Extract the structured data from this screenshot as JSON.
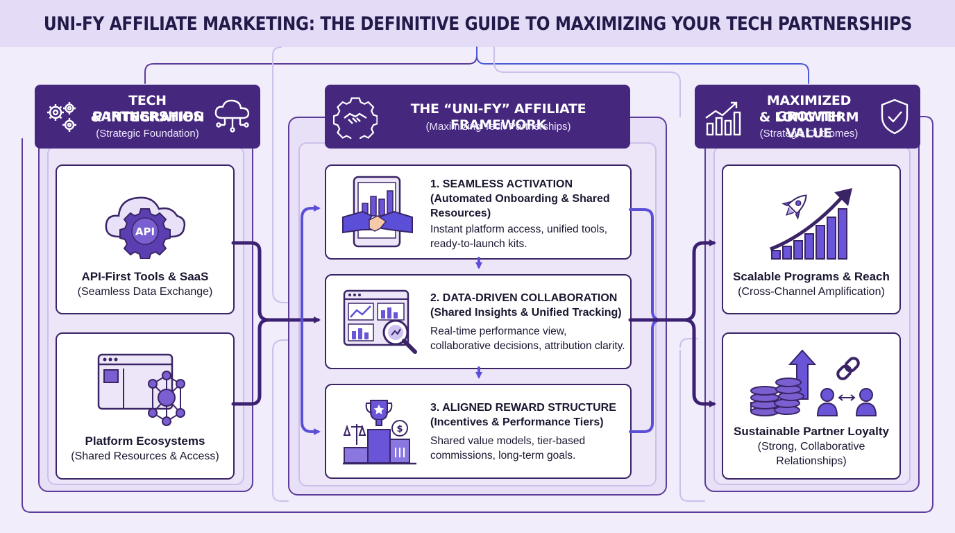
{
  "title": "UNI-FY AFFILIATE MARKETING: THE DEFINITIVE GUIDE TO MAXIMIZING YOUR TECH PARTNERSHIPS",
  "left": {
    "title_line1": "TECH PARTNERSHIPS",
    "title_line2": "& INTEGRATION",
    "subtitle": "(Strategic Foundation)",
    "cards": [
      {
        "title": "API-First Tools & SaaS",
        "subtitle": "(Seamless Data Exchange)",
        "icon_label": "API"
      },
      {
        "title": "Platform Ecosystems",
        "subtitle": "(Shared Resources & Access)"
      }
    ]
  },
  "center": {
    "title": "THE “UNI-FY” AFFILIATE FRAMEWORK",
    "subtitle": "(Maximizing Tech Partnerships)",
    "steps": [
      {
        "title_line1": "1. SEAMLESS ACTIVATION",
        "title_line2": "(Automated Onboarding & Shared",
        "title_line3": "Resources)",
        "desc_line1": "Instant platform access, unified tools,",
        "desc_line2": "ready-to-launch kits."
      },
      {
        "title_line1": "2. DATA-DRIVEN COLLABORATION",
        "title_line2": "(Shared Insights & Unified Tracking)",
        "desc_line1": "Real-time performance view,",
        "desc_line2": "collaborative decisions, attribution clarity."
      },
      {
        "title_line1": "3. ALIGNED REWARD STRUCTURE",
        "title_line2": "(Incentives & Performance Tiers)",
        "desc_line1": "Shared value models, tier-based",
        "desc_line2": "commissions, long-term goals."
      }
    ]
  },
  "right": {
    "title_line1": "MAXIMIZED GROWTH",
    "title_line2": "& LONG-TERM VALUE",
    "subtitle": "(Strategic Outcomes)",
    "cards": [
      {
        "title": "Scalable Programs & Reach",
        "subtitle": "(Cross-Channel Amplification)"
      },
      {
        "title": "Sustainable Partner Loyalty",
        "subtitle_line1": "(Strong, Collaborative",
        "subtitle_line2": "Relationships)"
      }
    ]
  },
  "colors": {
    "header": "#45277e",
    "accent": "#5b4fd8",
    "dark_arrow": "#3c2173",
    "panel": "#e7e0f6"
  }
}
